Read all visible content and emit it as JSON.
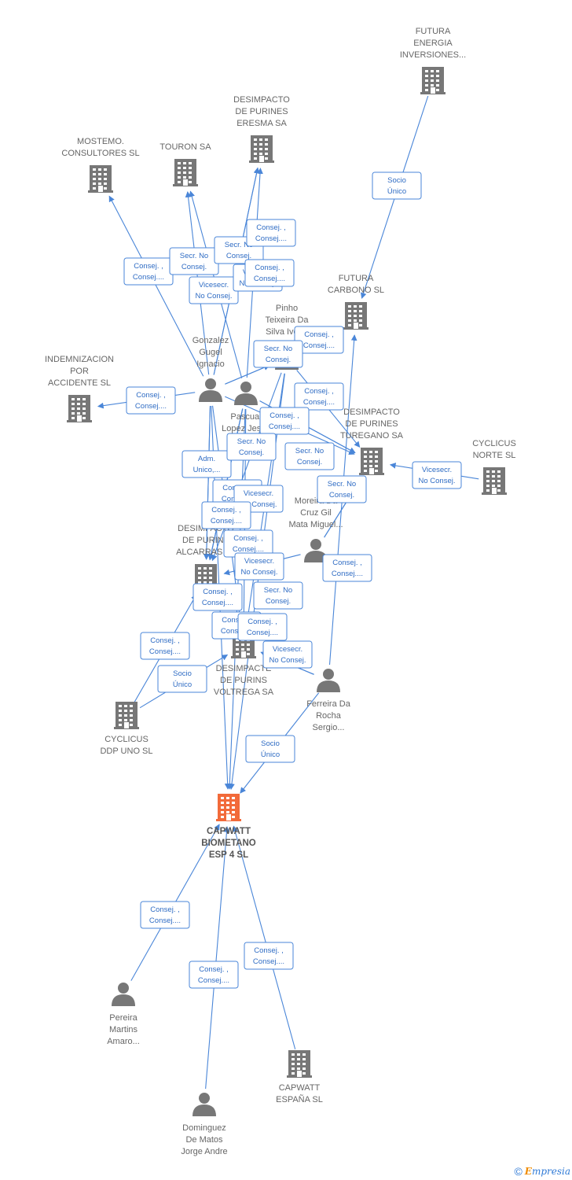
{
  "colors": {
    "edge": "#4a86d8",
    "node": "#777777",
    "main": "#f26a3a"
  },
  "nodes": [
    {
      "id": "capwatt",
      "kind": "company-main",
      "lines": [
        "CAPWATT",
        "BIOMETANO",
        "ESP 4  SL"
      ]
    },
    {
      "id": "futura_energia",
      "kind": "company",
      "lines": [
        "FUTURA",
        "ENERGIA",
        "INVERSIONES..."
      ]
    },
    {
      "id": "desimp_eresma",
      "kind": "company",
      "lines": [
        "DESIMPACTO",
        "DE PURINES",
        "ERESMA SA"
      ]
    },
    {
      "id": "mostemo",
      "kind": "company",
      "lines": [
        "MOSTEMO.",
        "CONSULTORES SL"
      ]
    },
    {
      "id": "touron",
      "kind": "company",
      "lines": [
        "TOURON SA"
      ]
    },
    {
      "id": "futura_carbono",
      "kind": "company",
      "lines": [
        "FUTURA",
        "CARBONO SL"
      ]
    },
    {
      "id": "indemnizacion",
      "kind": "company",
      "lines": [
        "INDEMNIZACION",
        "POR",
        "ACCIDENTE SL"
      ]
    },
    {
      "id": "desimp_turegano",
      "kind": "company",
      "lines": [
        "DESIMPACTO",
        "DE PURINES",
        "TUREGANO SA"
      ]
    },
    {
      "id": "cyclicus_norte",
      "kind": "company",
      "lines": [
        "CYCLICUS",
        "NORTE  SL"
      ]
    },
    {
      "id": "desimp_alcarras",
      "kind": "company",
      "lines": [
        "DESIMPACTO",
        "DE PURINS",
        "ALCARRAS SL"
      ]
    },
    {
      "id": "desimp_voltrega",
      "kind": "company",
      "lines": [
        "DESIMPACTE",
        "DE PURINS",
        "VOLTREGA SA"
      ]
    },
    {
      "id": "cyclicus_ddp",
      "kind": "company",
      "lines": [
        "CYCLICUS",
        "DDP UNO  SL"
      ]
    },
    {
      "id": "capwatt_espana",
      "kind": "company",
      "lines": [
        "CAPWATT",
        "ESPAÑA  SL"
      ]
    },
    {
      "id": "gonzalez",
      "kind": "person",
      "lines": [
        "Gonzalez",
        "Gugel",
        "Ignacio"
      ]
    },
    {
      "id": "pinho",
      "kind": "person",
      "lines": [
        "Pinho",
        "Teixeira Da",
        "Silva Ivone"
      ]
    },
    {
      "id": "pascual",
      "kind": "person",
      "lines": [
        "Pascual",
        "Lopez Jesus",
        "Enrique"
      ]
    },
    {
      "id": "moreira",
      "kind": "person",
      "lines": [
        "Moreira Da",
        "Cruz Gil",
        "Mata Miguel..."
      ]
    },
    {
      "id": "ferreira",
      "kind": "person",
      "lines": [
        "Ferreira Da",
        "Rocha",
        "Sergio..."
      ]
    },
    {
      "id": "pereira",
      "kind": "person",
      "lines": [
        "Pereira",
        "Martins",
        "Amaro..."
      ]
    },
    {
      "id": "dominguez",
      "kind": "person",
      "lines": [
        "Dominguez",
        "De Matos",
        "Jorge Andre"
      ]
    }
  ],
  "edges": [
    {
      "from": "futura_energia",
      "to": "futura_carbono",
      "label": [
        "Socio",
        "Único"
      ]
    },
    {
      "from": "gonzalez",
      "to": "mostemo",
      "label": [
        "Consej. ,",
        "Consej...."
      ]
    },
    {
      "from": "gonzalez",
      "to": "touron",
      "label": [
        "Secr.  No",
        "Consej."
      ]
    },
    {
      "from": "gonzalez",
      "to": "desimp_eresma",
      "label": [
        "Secr.  No",
        "Consej."
      ]
    },
    {
      "from": "pascual",
      "to": "desimp_eresma",
      "label": [
        "Consej. ,",
        "Consej...."
      ]
    },
    {
      "from": "pascual",
      "to": "touron",
      "label": [
        "Vicesecr.",
        "No Consej."
      ]
    },
    {
      "from": "gonzalez",
      "to": "desimp_eresma",
      "label": [
        "Vicesecr.",
        "No Consej."
      ]
    },
    {
      "from": "gonzalez",
      "to": "indemnizacion",
      "label": [
        "Consej. ,",
        "Consej...."
      ]
    },
    {
      "from": "gonzalez",
      "to": "pinho",
      "label": [
        "Consej. ,",
        "Consej...."
      ]
    },
    {
      "from": "gonzalez",
      "to": "pinho",
      "label": [
        "Secr.  No",
        "Consej."
      ]
    },
    {
      "from": "pinho",
      "to": "desimp_turegano",
      "label": [
        "Consej. ,",
        "Consej...."
      ]
    },
    {
      "from": "gonzalez",
      "to": "desimp_turegano",
      "label": [
        "Consej. ,",
        "Consej...."
      ]
    },
    {
      "from": "pascual",
      "to": "desimp_turegano",
      "label": [
        "Secr.  No",
        "Consej."
      ]
    },
    {
      "from": "pascual",
      "to": "desimp_turegano",
      "label": [
        "Vicesecr.",
        "No Consej."
      ]
    },
    {
      "from": "cyclicus_norte",
      "to": "desimp_turegano",
      "label": [
        "Adm.",
        "Unico,..."
      ]
    },
    {
      "from": "gonzalez",
      "to": "desimp_alcarras",
      "label": [
        "Secr.  No",
        "Consej."
      ]
    },
    {
      "from": "pascual",
      "to": "desimp_alcarras",
      "label": [
        "Consej. ,",
        "Consej...."
      ]
    },
    {
      "from": "pinho",
      "to": "desimp_alcarras",
      "label": [
        "Vicesecr.",
        "No Consej."
      ]
    },
    {
      "from": "pascual",
      "to": "desimp_alcarras",
      "label": [
        "Consej. ,",
        "Consej...."
      ]
    },
    {
      "from": "gonzalez",
      "to": "desimp_alcarras",
      "label": [
        "Secr.  No",
        "Consej."
      ]
    },
    {
      "from": "moreira",
      "to": "desimp_turegano",
      "label": [
        "Consej. ,",
        "Consej...."
      ]
    },
    {
      "from": "moreira",
      "to": "desimp_turegano",
      "label": [
        "Consej. ,",
        "Consej...."
      ]
    },
    {
      "from": "pascual",
      "to": "desimp_alcarras",
      "label": [
        "Vicesecr.",
        "No Consej."
      ]
    },
    {
      "from": "moreira",
      "to": "desimp_alcarras",
      "label": [
        "Consej. ,",
        "Consej...."
      ]
    },
    {
      "from": "ferreira",
      "to": "futura_carbono",
      "label": [
        "Consej. ,",
        "Consej...."
      ]
    },
    {
      "from": "gonzalez",
      "to": "desimp_voltrega",
      "label": [
        "Secr.  No",
        "Consej."
      ]
    },
    {
      "from": "ferreira",
      "to": "desimp_voltrega",
      "label": [
        "Consej. ,",
        "Consej...."
      ]
    },
    {
      "from": "pascual",
      "to": "desimp_voltrega",
      "label": [
        "Consej. ,",
        "Consej...."
      ]
    },
    {
      "from": "pinho",
      "to": "desimp_voltrega",
      "label": [
        "Vicesecr.",
        "No Consej."
      ]
    },
    {
      "from": "ferreira",
      "to": "desimp_voltrega",
      "label": [
        "Consej. ,",
        "Consej...."
      ]
    },
    {
      "from": "cyclicus_ddp",
      "to": "desimp_alcarras",
      "label": [
        "Socio",
        "Único"
      ]
    },
    {
      "from": "cyclicus_ddp",
      "to": "desimp_voltrega",
      "label": [
        "Socio",
        "Único"
      ]
    },
    {
      "from": "ferreira",
      "to": "capwatt",
      "label": [
        "Consej. ,",
        "Consej...."
      ]
    },
    {
      "from": "pereira",
      "to": "capwatt",
      "label": [
        "Consej. ,",
        "Consej...."
      ]
    },
    {
      "from": "dominguez",
      "to": "capwatt",
      "label": [
        "Consej. ,",
        "Consej...."
      ]
    },
    {
      "from": "capwatt_espana",
      "to": "capwatt",
      "label": [
        "Socio",
        "Único"
      ]
    },
    {
      "from": "gonzalez",
      "to": "capwatt",
      "label": []
    },
    {
      "from": "pascual",
      "to": "capwatt",
      "label": []
    },
    {
      "from": "pinho",
      "to": "capwatt",
      "label": []
    }
  ],
  "footer": {
    "copyright": "©",
    "brand_first": "E",
    "brand_rest": "mpresia"
  }
}
